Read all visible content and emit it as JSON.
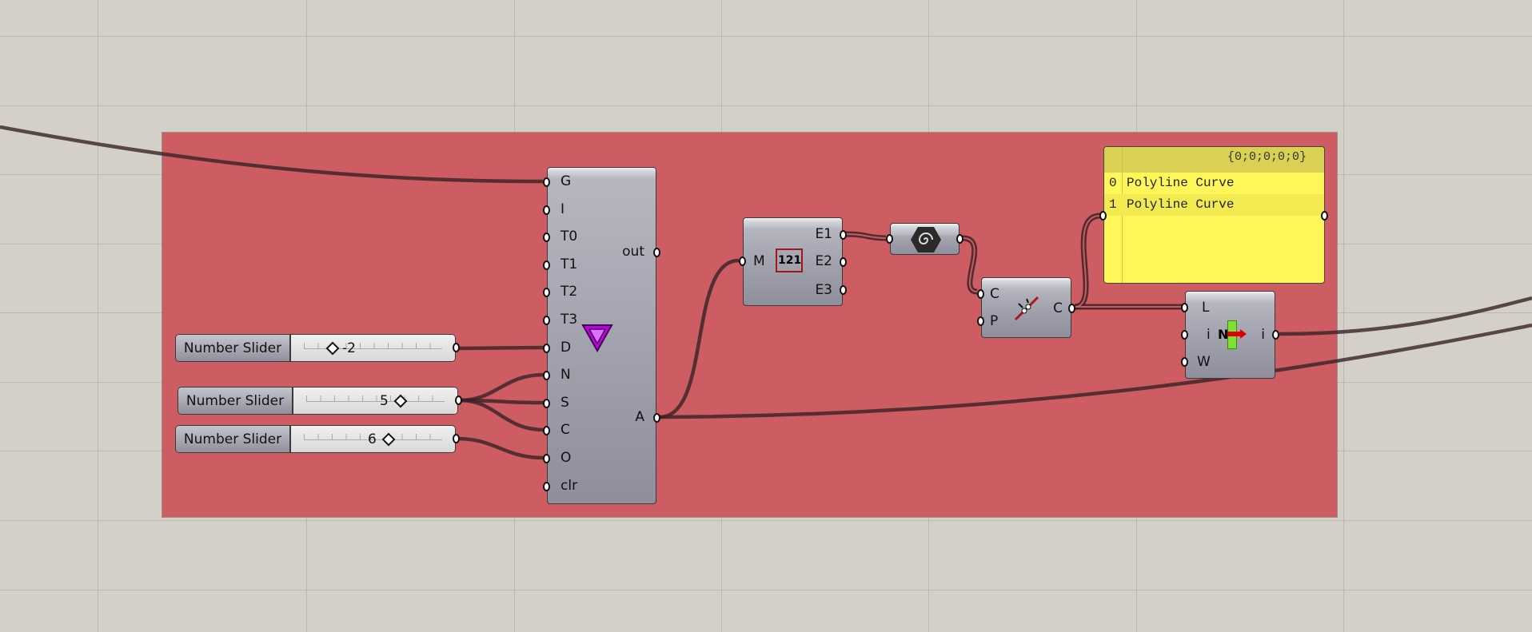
{
  "canvas": {
    "background": "#d4d0c8",
    "group_color": "#cd5a61",
    "wire_color": "#4a2a2c"
  },
  "sliders": [
    {
      "name": "Number Slider",
      "value": "-2",
      "position": 0.2
    },
    {
      "name": "Number Slider",
      "value": "5",
      "position": 0.68
    },
    {
      "name": "Number Slider",
      "value": "6",
      "position": 0.6
    }
  ],
  "main_component": {
    "inputs": [
      "G",
      "I",
      "T0",
      "T1",
      "T2",
      "T3",
      "D",
      "N",
      "S",
      "C",
      "O",
      "clr"
    ],
    "outputs": [
      "out",
      "A"
    ],
    "icon": "purple-triangle-icon"
  },
  "deconstruct_component": {
    "inputs": [
      "M"
    ],
    "outputs": [
      "E1",
      "E2",
      "E3"
    ],
    "icon_text": [
      "1",
      "2",
      "1"
    ]
  },
  "hex_component": {
    "icon": "spiral-hexagon-icon"
  },
  "cp_component": {
    "inputs": [
      "C",
      "P"
    ],
    "outputs": [
      "C"
    ],
    "icon": "curve-pull-icon"
  },
  "panel": {
    "header": "{0;0;0;0;0}",
    "rows": [
      {
        "index": "0",
        "text": "Polyline Curve"
      },
      {
        "index": "1",
        "text": "Polyline Curve"
      }
    ]
  },
  "item_component": {
    "inputs": [
      "L",
      "i",
      "W"
    ],
    "outputs": [
      "i"
    ],
    "icon_text": "N"
  }
}
